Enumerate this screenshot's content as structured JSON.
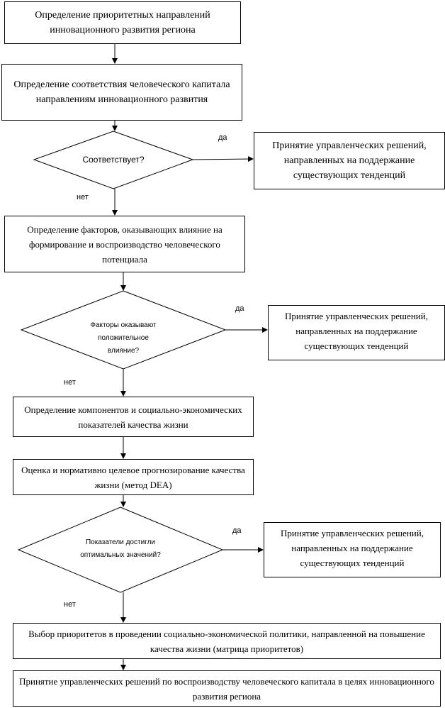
{
  "steps": {
    "priority_directions": "Определение приоритетных направлений инновационного развития региона",
    "human_capital_match": "Определение соответствия человеческого капитала направлениям инновационного развития",
    "factors": "Определение факторов, оказывающих влияние на формирование и воспроизводство человеческого потенциала",
    "components": "Определение компонентов и социально-экономических показателей качества жизни",
    "evaluation": "Оценка и нормативно целевое прогнозирование качества жизни (метод DEA)",
    "priorities": "Выбор приоритетов в проведении социально-экономической политики, направленной на повышение качества жизни (матрица приоритетов)",
    "final": "Принятие управленческих решений по воспроизводству человеческого капитала в целях инновационного развития региона"
  },
  "decisions": {
    "matches": "Соответствует?",
    "factors_positive": "Факторы оказывают положительное влияние?",
    "indicators_optimal": "Показатели достигли оптимальных значений?"
  },
  "outcomes": {
    "support_1": "Принятие управленческих решений, направленных на поддержание существующих тенденций",
    "support_2": "Принятие управленческих решений, направленных на поддержание существующих тенденций",
    "support_3": "Принятие управленческих решений, направленных на поддержание существующих тенденций"
  },
  "branch_labels": {
    "yes": "да",
    "no": "нет"
  }
}
